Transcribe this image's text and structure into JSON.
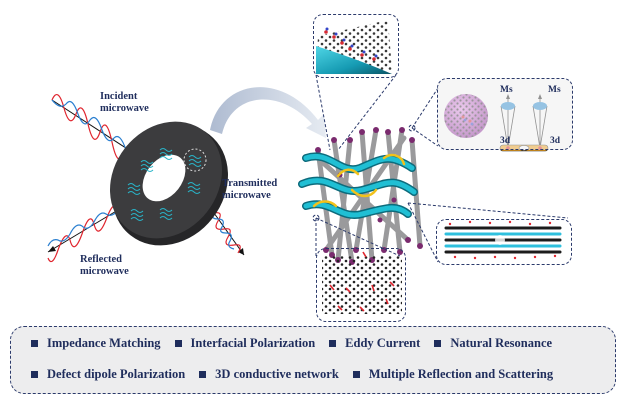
{
  "diagram": {
    "labels": {
      "incident": [
        "Incident",
        "microwave"
      ],
      "transmitted": [
        "Transmitted",
        "microwave"
      ],
      "reflected": [
        "Reflected",
        "microwave"
      ],
      "ms_left": "Ms",
      "ms_right": "Ms",
      "d3_left": "3d",
      "d3_right": "3d"
    },
    "colors": {
      "text": "#1f2d5c",
      "wave_red": "#e0262f",
      "wave_blue": "#2a7fd0",
      "absorber": "#3a3a3c",
      "fiber_cyan": "#1fb8cf",
      "fiber_yellow": "#f2c21b",
      "rod_gray": "#9a9a9c",
      "rod_cap": "#7a2a6e",
      "sphere": "#b24fc0",
      "panel_bg": "#eeeeef"
    },
    "mechanisms": {
      "row1": [
        "Impedance Matching",
        "Interfacial Polarization",
        "Eddy Current",
        "Natural Resonance"
      ],
      "row2": [
        "Defect dipole Polarization",
        "3D conductive network",
        "Multiple Reflection and Scattering"
      ]
    }
  }
}
